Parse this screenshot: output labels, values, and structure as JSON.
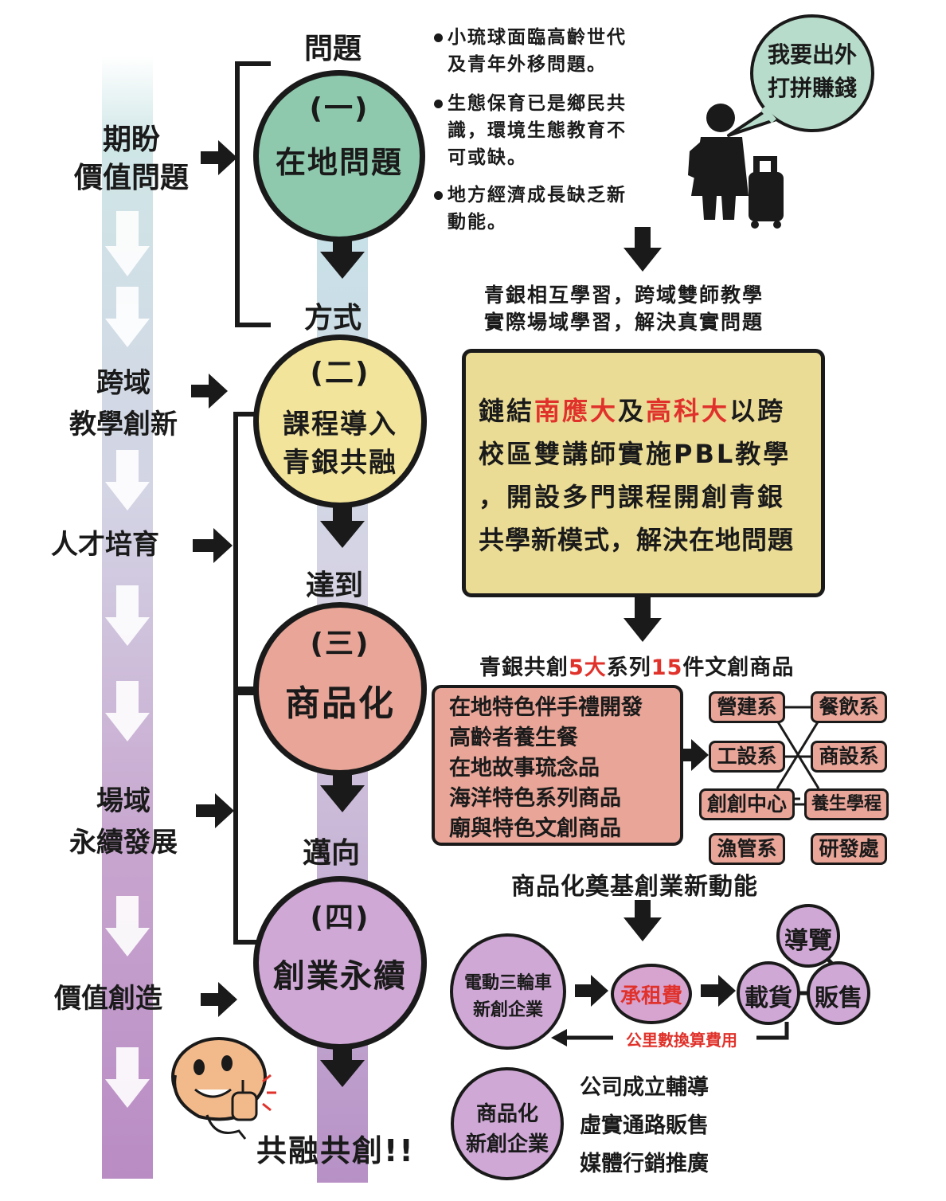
{
  "left_track": {
    "labels": [
      {
        "id": "expect",
        "lines": [
          "期盼",
          "價值問題"
        ]
      },
      {
        "id": "cross",
        "lines": [
          "跨域",
          "教學創新"
        ]
      },
      {
        "id": "talent",
        "lines": [
          "人才培育"
        ]
      },
      {
        "id": "field",
        "lines": [
          "場域",
          "永續發展"
        ]
      },
      {
        "id": "value",
        "lines": [
          "價值創造"
        ]
      }
    ]
  },
  "connectors": {
    "problem": "問題",
    "method": "方式",
    "reach": "達到",
    "toward": "邁向"
  },
  "stages": [
    {
      "num": "(一)",
      "lines": [
        "在地問題"
      ],
      "color": "#8ec9ad"
    },
    {
      "num": "(二)",
      "lines": [
        "課程導入",
        "青銀共融"
      ],
      "color": "#f2e49b"
    },
    {
      "num": "(三)",
      "lines": [
        "商品化"
      ],
      "color": "#e8a598"
    },
    {
      "num": "(四)",
      "lines": [
        "創業永續"
      ],
      "color": "#cfa8d6"
    }
  ],
  "problems": [
    {
      "lines": [
        "小琉球面臨高齡世代",
        "及青年外移問題。"
      ]
    },
    {
      "lines": [
        "生態保育已是鄉民共",
        "識，環境生態教育不",
        "可或缺。"
      ]
    },
    {
      "lines": [
        "地方經濟成長缺乏新",
        "動能。"
      ]
    }
  ],
  "speech_bubble": [
    "我要出外",
    "打拼賺錢"
  ],
  "learning": [
    "青銀相互學習，跨域雙師教學",
    "實際場域學習，解決真實問題"
  ],
  "course_box": {
    "line1": {
      "a": "鏈結",
      "r1": "南應大",
      "b": "及",
      "r2": "高科大",
      "c": "以跨"
    },
    "line2": "校區雙講師實施PBL教學",
    "line3": "，開設多門課程開創青銀",
    "line4": "共學新模式，解決在地問題",
    "color": "#eadb95"
  },
  "products_title": {
    "a": "青銀共創",
    "n1": "5大",
    "b": "系列",
    "n2": "15",
    "c": "件文創商品"
  },
  "products": [
    "在地特色伴手禮開發",
    "高齡者養生餐",
    "在地故事琉念品",
    "海洋特色系列商品",
    "廟與特色文創商品"
  ],
  "departments": [
    "營建系",
    "餐飲系",
    "工設系",
    "商設系",
    "創創中心",
    "養生學程",
    "漁管系",
    "研發處"
  ],
  "startup_title": "商品化奠基創業新動能",
  "venture1": [
    "電動三輪車",
    "新創企業"
  ],
  "rent": "承租費",
  "mileage": "公里數換算費用",
  "uses": [
    "導覽",
    "載貨",
    "販售"
  ],
  "venture2": [
    "商品化",
    "新創企業"
  ],
  "support": [
    "公司成立輔導",
    "虛實通路販售",
    "媒體行銷推廣"
  ],
  "slogan": "共融共創!!"
}
